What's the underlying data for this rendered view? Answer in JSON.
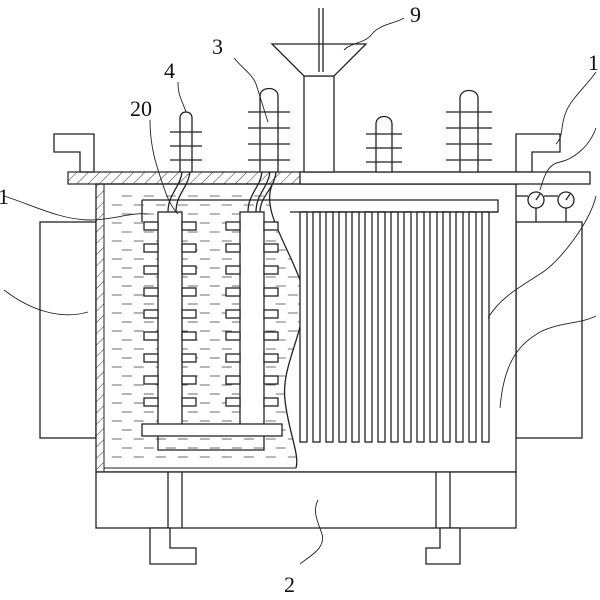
{
  "diagram": {
    "labels": {
      "l9": "9",
      "l3": "3",
      "l4": "4",
      "l20": "20",
      "l1a": "1",
      "l1b": "1",
      "l2": "2"
    }
  }
}
